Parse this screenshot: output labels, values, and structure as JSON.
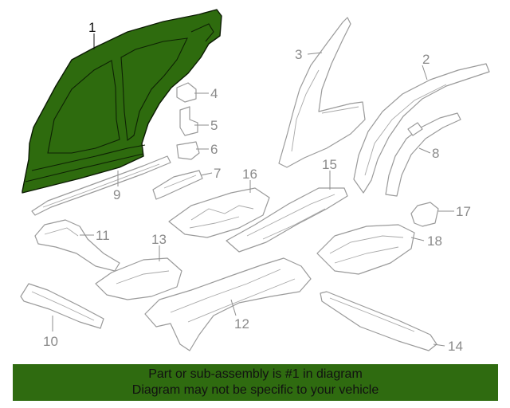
{
  "diagram": {
    "highlighted_part": "1",
    "callouts": [
      "1",
      "2",
      "3",
      "4",
      "5",
      "6",
      "7",
      "8",
      "9",
      "10",
      "11",
      "12",
      "13",
      "14",
      "15",
      "16",
      "17",
      "18"
    ],
    "colors": {
      "highlight": "#2e6b0e",
      "banner": "#2f6b10",
      "line": "#9a9a9a"
    }
  },
  "banner": {
    "line1": "Part or sub-assembly is #1 in diagram",
    "line2": "Diagram may not be specific to your vehicle"
  }
}
